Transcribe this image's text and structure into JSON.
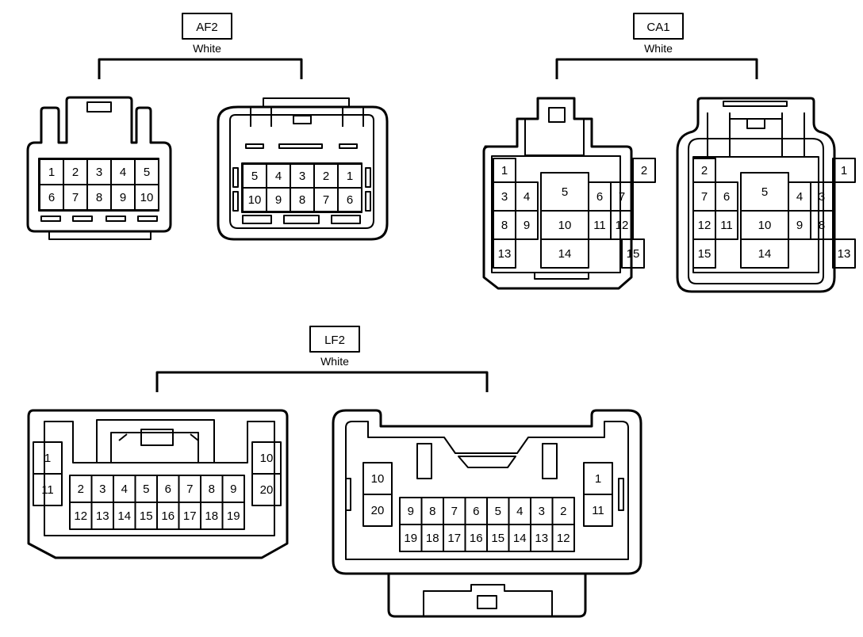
{
  "connectors": [
    {
      "id": "AF2",
      "label": "AF2",
      "color": "White",
      "views": [
        {
          "pins": [
            {
              "n": "1"
            },
            {
              "n": "2"
            },
            {
              "n": "3"
            },
            {
              "n": "4"
            },
            {
              "n": "5"
            },
            {
              "n": "6"
            },
            {
              "n": "7"
            },
            {
              "n": "8"
            },
            {
              "n": "9"
            },
            {
              "n": "10"
            }
          ]
        },
        {
          "pins": [
            {
              "n": "5"
            },
            {
              "n": "4"
            },
            {
              "n": "3"
            },
            {
              "n": "2"
            },
            {
              "n": "1"
            },
            {
              "n": "10"
            },
            {
              "n": "9"
            },
            {
              "n": "8"
            },
            {
              "n": "7"
            },
            {
              "n": "6"
            }
          ]
        }
      ]
    },
    {
      "id": "CA1",
      "label": "CA1",
      "color": "White",
      "views": [
        {
          "pins": [
            {
              "n": "1"
            },
            {
              "n": "2"
            },
            {
              "n": "3"
            },
            {
              "n": "4"
            },
            {
              "n": "5"
            },
            {
              "n": "6"
            },
            {
              "n": "7"
            },
            {
              "n": "8"
            },
            {
              "n": "9"
            },
            {
              "n": "10"
            },
            {
              "n": "11"
            },
            {
              "n": "12"
            },
            {
              "n": "13"
            },
            {
              "n": "14"
            },
            {
              "n": "15"
            }
          ]
        },
        {
          "pins": [
            {
              "n": "2"
            },
            {
              "n": "1"
            },
            {
              "n": "7"
            },
            {
              "n": "6"
            },
            {
              "n": "5"
            },
            {
              "n": "4"
            },
            {
              "n": "3"
            },
            {
              "n": "12"
            },
            {
              "n": "11"
            },
            {
              "n": "10"
            },
            {
              "n": "9"
            },
            {
              "n": "8"
            },
            {
              "n": "15"
            },
            {
              "n": "14"
            },
            {
              "n": "13"
            }
          ]
        }
      ]
    },
    {
      "id": "LF2",
      "label": "LF2",
      "color": "White",
      "views": [
        {
          "pins": [
            {
              "n": "1"
            },
            {
              "n": "11"
            },
            {
              "n": "10"
            },
            {
              "n": "20"
            },
            {
              "n": "2"
            },
            {
              "n": "3"
            },
            {
              "n": "4"
            },
            {
              "n": "5"
            },
            {
              "n": "6"
            },
            {
              "n": "7"
            },
            {
              "n": "8"
            },
            {
              "n": "9"
            },
            {
              "n": "12"
            },
            {
              "n": "13"
            },
            {
              "n": "14"
            },
            {
              "n": "15"
            },
            {
              "n": "16"
            },
            {
              "n": "17"
            },
            {
              "n": "18"
            },
            {
              "n": "19"
            }
          ]
        },
        {
          "pins": [
            {
              "n": "10"
            },
            {
              "n": "20"
            },
            {
              "n": "1"
            },
            {
              "n": "11"
            },
            {
              "n": "9"
            },
            {
              "n": "8"
            },
            {
              "n": "7"
            },
            {
              "n": "6"
            },
            {
              "n": "5"
            },
            {
              "n": "4"
            },
            {
              "n": "3"
            },
            {
              "n": "2"
            },
            {
              "n": "19"
            },
            {
              "n": "18"
            },
            {
              "n": "17"
            },
            {
              "n": "16"
            },
            {
              "n": "15"
            },
            {
              "n": "14"
            },
            {
              "n": "13"
            },
            {
              "n": "12"
            }
          ]
        }
      ]
    }
  ]
}
